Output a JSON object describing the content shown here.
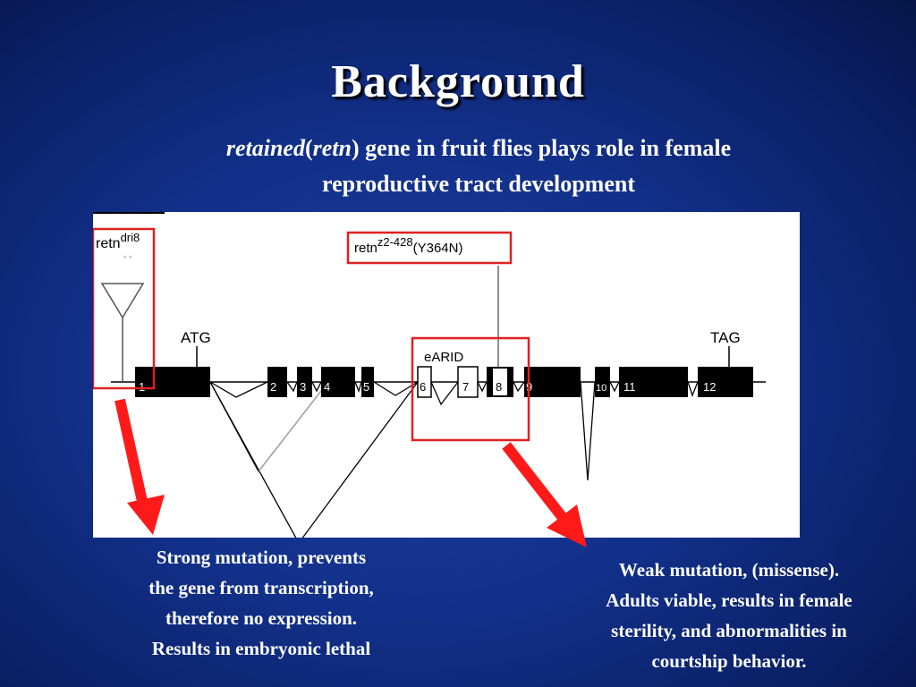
{
  "slide": {
    "title": "Background",
    "subtitle": {
      "term": "retained",
      "open_paren": "(",
      "abbrev": "retn",
      "close_paren": ")",
      "rest_line1": " gene in fruit flies plays role in female",
      "line2": "reproductive tract development"
    }
  },
  "diagram": {
    "allele_strong": {
      "base": "retn",
      "superscript": "dri8",
      "mark": "* *"
    },
    "allele_weak": {
      "base": "retn",
      "superscript": "z2-428",
      "suffix": "(Y364N)"
    },
    "start_codon": "ATG",
    "stop_codon": "TAG",
    "domain_label": "eARID",
    "exons": [
      "1",
      "2",
      "3",
      "4",
      "5",
      "6",
      "7",
      "8",
      "9",
      "10",
      "11",
      "12"
    ],
    "highlight_color": "#e02020",
    "arrow_color": "#ff1a1a"
  },
  "captions": {
    "left": [
      "Strong mutation, prevents",
      "the gene from transcription,",
      "therefore no expression.",
      "Results in embryonic lethal"
    ],
    "right": [
      "Weak mutation, (missense).",
      "Adults viable, results in female",
      "sterility, and abnormalities in",
      "courtship behavior."
    ]
  }
}
